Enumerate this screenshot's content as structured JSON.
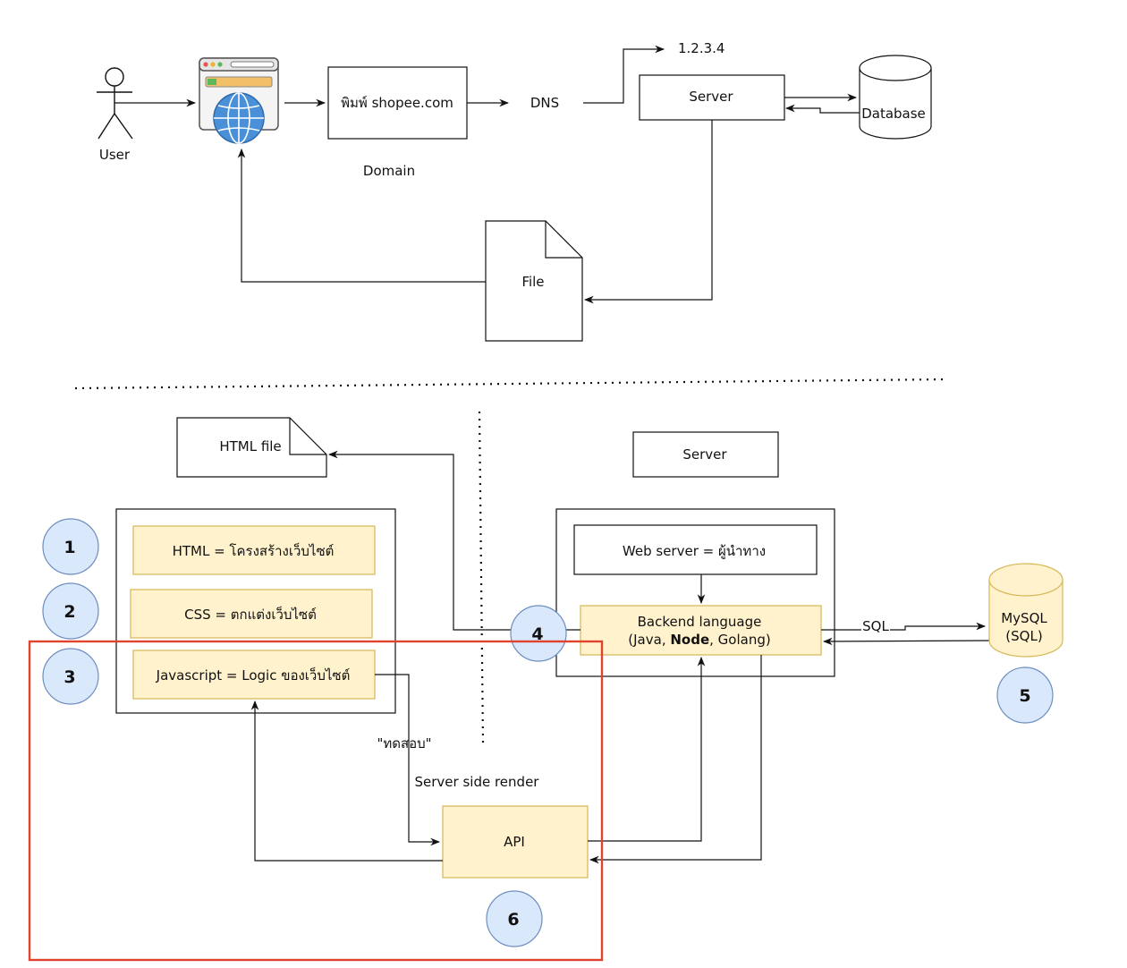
{
  "top": {
    "user_label": "User",
    "search_label": "พิมพ์ shopee.com",
    "domain_label": "Domain",
    "dns_label": "DNS",
    "ip_label": "1.2.3.4",
    "server_label": "Server",
    "database_label": "Database",
    "file_label": "File"
  },
  "bottom": {
    "html_file_label": "HTML file",
    "server_header_label": "Server",
    "client_items": [
      {
        "label": "HTML = โครงสร้างเว็บไซต์",
        "badge": "1"
      },
      {
        "label": "CSS = ตกแต่งเว็บไซต์",
        "badge": "2"
      },
      {
        "label": "Javascript = Logic ของเว็บไซต์",
        "badge": "3"
      }
    ],
    "web_server_label": "Web server = ผู้นำทาง",
    "backend_line1": "Backend language",
    "backend_line2_pre": "(Java, ",
    "backend_line2_bold": "Node",
    "backend_line2_post": ", Golang)",
    "backend_badge": "4",
    "sql_label": "SQL",
    "mysql_line1": "MySQL",
    "mysql_line2": "(SQL)",
    "mysql_badge": "5",
    "test_label": "\"ทดสอบ\"",
    "ssr_label": "Server side render",
    "api_label": "API",
    "api_badge": "6"
  },
  "colors": {
    "note_fill": "#fff2cc",
    "note_stroke": "#d6b656",
    "badge_fill": "#dae8fc",
    "badge_stroke": "#6c8ebf",
    "highlight": "#e0442f",
    "browser_bar": "#f3c06a",
    "globe": "#4a90d9"
  }
}
